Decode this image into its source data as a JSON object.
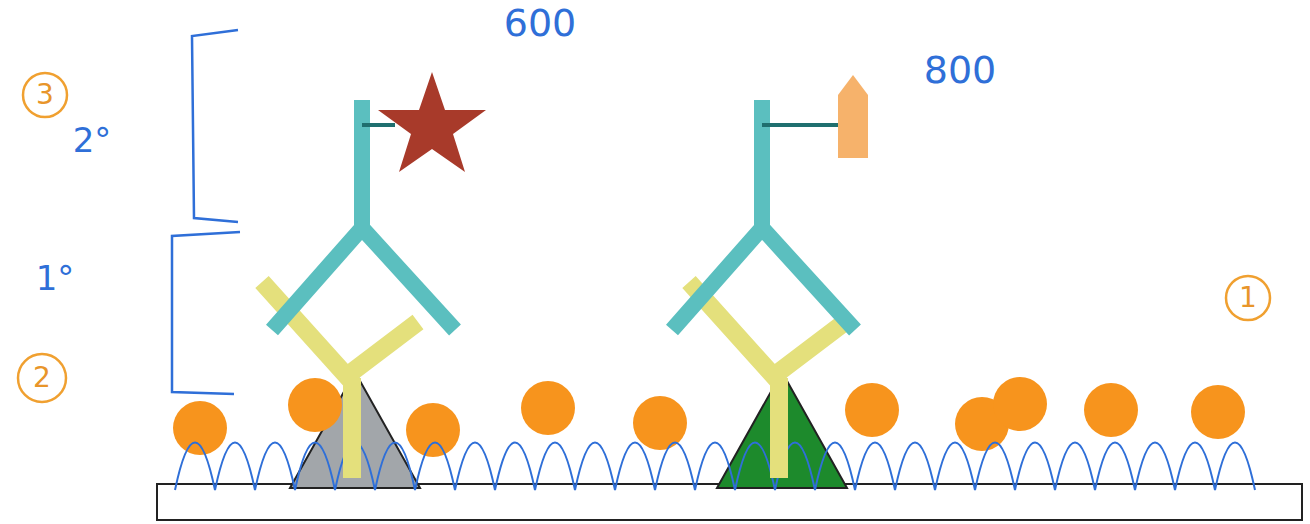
{
  "diagram": {
    "labels": [
      "600",
      "800",
      "3",
      "2°",
      "1°",
      "2",
      "1"
    ]
  }
}
